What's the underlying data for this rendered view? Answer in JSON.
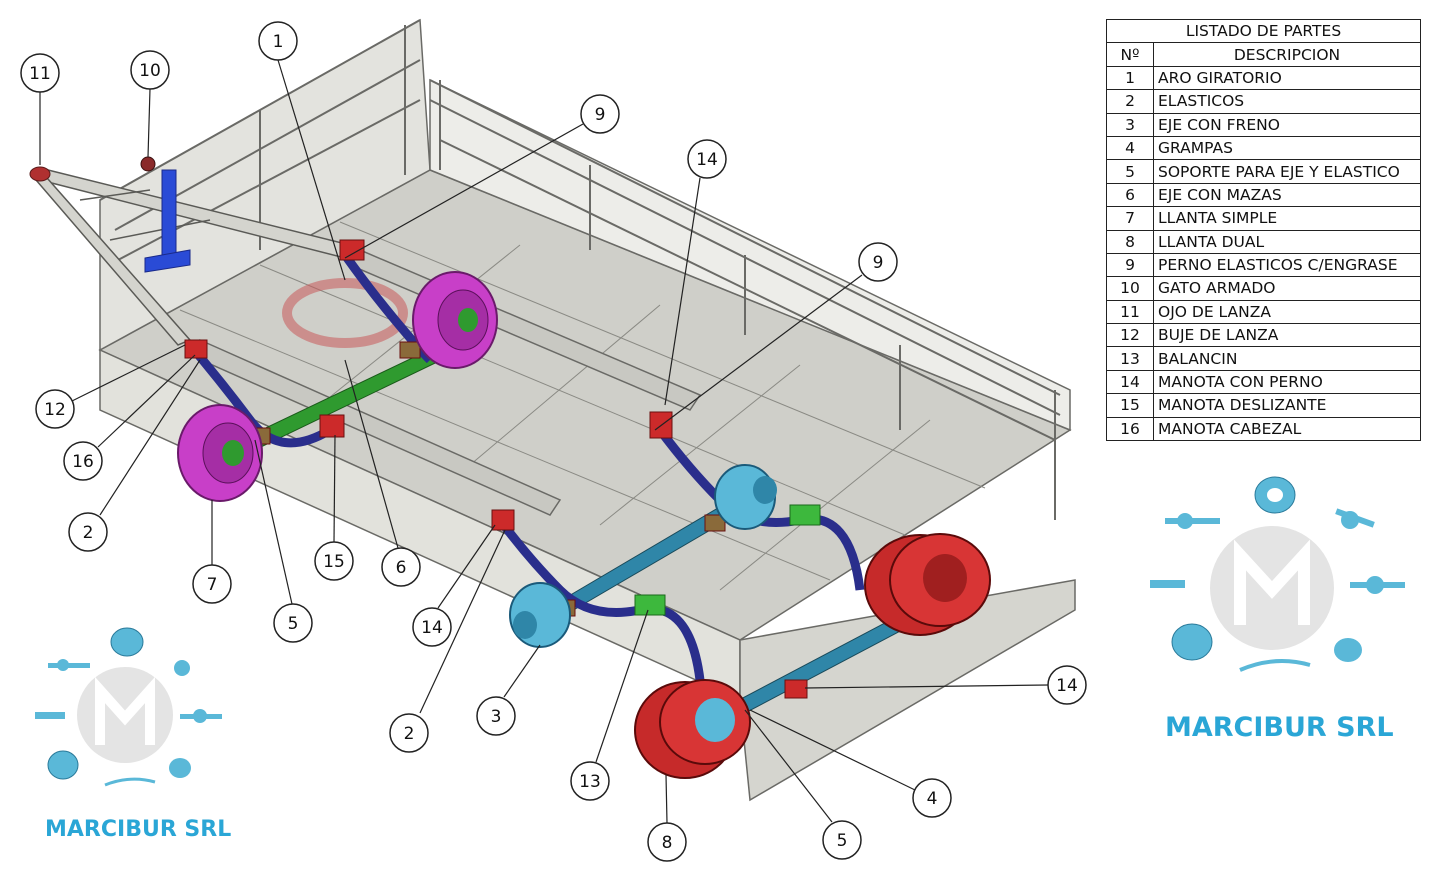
{
  "parts_list": {
    "title": "LISTADO DE PARTES",
    "col_num": "Nº",
    "col_desc": "DESCRIPCION",
    "rows": [
      {
        "num": "1",
        "desc": "ARO GIRATORIO"
      },
      {
        "num": "2",
        "desc": "ELASTICOS"
      },
      {
        "num": "3",
        "desc": "EJE CON FRENO"
      },
      {
        "num": "4",
        "desc": "GRAMPAS"
      },
      {
        "num": "5",
        "desc": "SOPORTE PARA EJE Y ELASTICO"
      },
      {
        "num": "6",
        "desc": "EJE CON MAZAS"
      },
      {
        "num": "7",
        "desc": "LLANTA SIMPLE"
      },
      {
        "num": "8",
        "desc": "LLANTA DUAL"
      },
      {
        "num": "9",
        "desc": "PERNO ELASTICOS C/ENGRASE"
      },
      {
        "num": "10",
        "desc": "GATO ARMADO"
      },
      {
        "num": "11",
        "desc": "OJO DE LANZA"
      },
      {
        "num": "12",
        "desc": "BUJE DE LANZA"
      },
      {
        "num": "13",
        "desc": "BALANCIN"
      },
      {
        "num": "14",
        "desc": "MANOTA CON PERNO"
      },
      {
        "num": "15",
        "desc": "MANOTA DESLIZANTE"
      },
      {
        "num": "16",
        "desc": "MANOTA CABEZAL"
      }
    ]
  },
  "callouts": {
    "c1": "1",
    "c2a": "2",
    "c2b": "2",
    "c3": "3",
    "c4": "4",
    "c5a": "5",
    "c5b": "5",
    "c6": "6",
    "c7": "7",
    "c8": "8",
    "c9a": "9",
    "c9b": "9",
    "c10": "10",
    "c11": "11",
    "c12": "12",
    "c13": "13",
    "c14a": "14",
    "c14b": "14",
    "c14c": "14",
    "c15": "15",
    "c16": "16"
  },
  "brand": {
    "name_right": "MARCIBUR SRL",
    "name_left": "MARCIBUR SRL"
  },
  "colors": {
    "frame": "#d9d9d3",
    "frame_line": "#6a6a66",
    "floor": "#cfcfc9",
    "spring": "#2a2e8c",
    "axle_front": "#2f9a2f",
    "axle_rear": "#2f86a8",
    "wheel_front": "#c83fc8",
    "wheel_rear": "#c62a2a",
    "hub_rear": "#5ab8d8",
    "bracket": "#cc2a2a",
    "clamp": "#3db83d",
    "jack": "#2a4bd6",
    "brand": "#2aa6d6"
  }
}
